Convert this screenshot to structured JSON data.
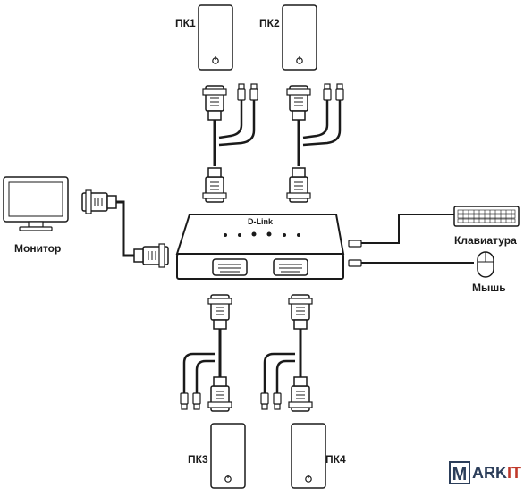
{
  "labels": {
    "pc1": "ПК1",
    "pc2": "ПК2",
    "pc3": "ПК3",
    "pc4": "ПК4",
    "monitor": "Монитор",
    "keyboard": "Клавиатура",
    "mouse": "Мышь"
  },
  "switch": {
    "brand": "D-Link"
  },
  "watermark": {
    "m": "M",
    "rest": "ARK",
    "accent": "IT"
  },
  "colors": {
    "stroke": "#1a1a1a",
    "device_fill": "#ffffff",
    "switch_fill": "#ffffff",
    "switch_panel": "#2b2b2b",
    "watermark_blue": "#2c3e5a",
    "watermark_red": "#c0392b"
  }
}
